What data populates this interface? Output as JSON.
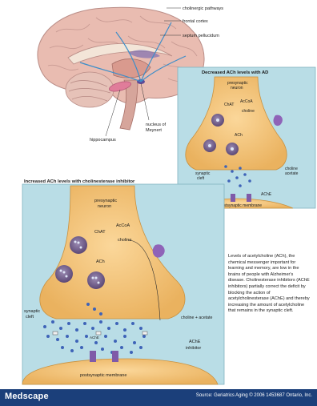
{
  "brain": {
    "labels": {
      "cholinergic": "cholinergic pathways",
      "frontal": "frontal cortex",
      "septum": "septum pellucidum",
      "nucleus_line1": "nucleus of",
      "nucleus_line2": "Meynert",
      "hippocampus": "hippocampus"
    }
  },
  "panel_ad": {
    "title": "Decreased ACh levels with AD",
    "presyn_line1": "presynaptic",
    "presyn_line2": "neuron",
    "acetylcoa": "AcCoA",
    "choline": "choline",
    "chat": "ChAT",
    "ach": "ACh",
    "cleft_line1": "synaptic",
    "cleft_line2": "cleft",
    "ache": "AChE",
    "choline_acetate_line1": "choline",
    "choline_acetate_line2": "acetate",
    "postsyn": "postsynaptic membrane"
  },
  "panel_inhib": {
    "title": "Increased ACh levels with cholinesterase inhibitor",
    "presyn_line1": "presynaptic",
    "presyn_line2": "neuron",
    "acetylcoa": "AcCoA",
    "choline": "choline",
    "chat": "ChAT",
    "ach": "ACh",
    "cleft_line1": "synaptic",
    "cleft_line2": "cleft",
    "ache_inhib": "AChE",
    "choline_acetate": "choline + acetate",
    "ache": "AChE",
    "inhibitor": "inhibitor",
    "postsyn": "postsynaptic membrane"
  },
  "caption": "Levels of acetylcholine (ACh), the chemical messenger important for learning and memory, are low in the brains of people with Alzheimer's disease. Cholinesterase inhibitors (AChE inhibitors) partially correct the deficit by blocking the action of acetylcholinesterase (AChE) and thereby increasing the amount of acetylcholine that remains in the synaptic cleft.",
  "footer": {
    "brand": "Medscape",
    "source": "Source: Geriatrics Aging © 2006 1453687 Ontario, Inc."
  },
  "colors": {
    "panel_bg": "#b9dde6",
    "neuron": "#f6c57a",
    "vesicle": "#6f5a8a",
    "ach_dot": "#3e63b8",
    "receptor": "#7f5aa8",
    "footer": "#1b3f7a"
  }
}
